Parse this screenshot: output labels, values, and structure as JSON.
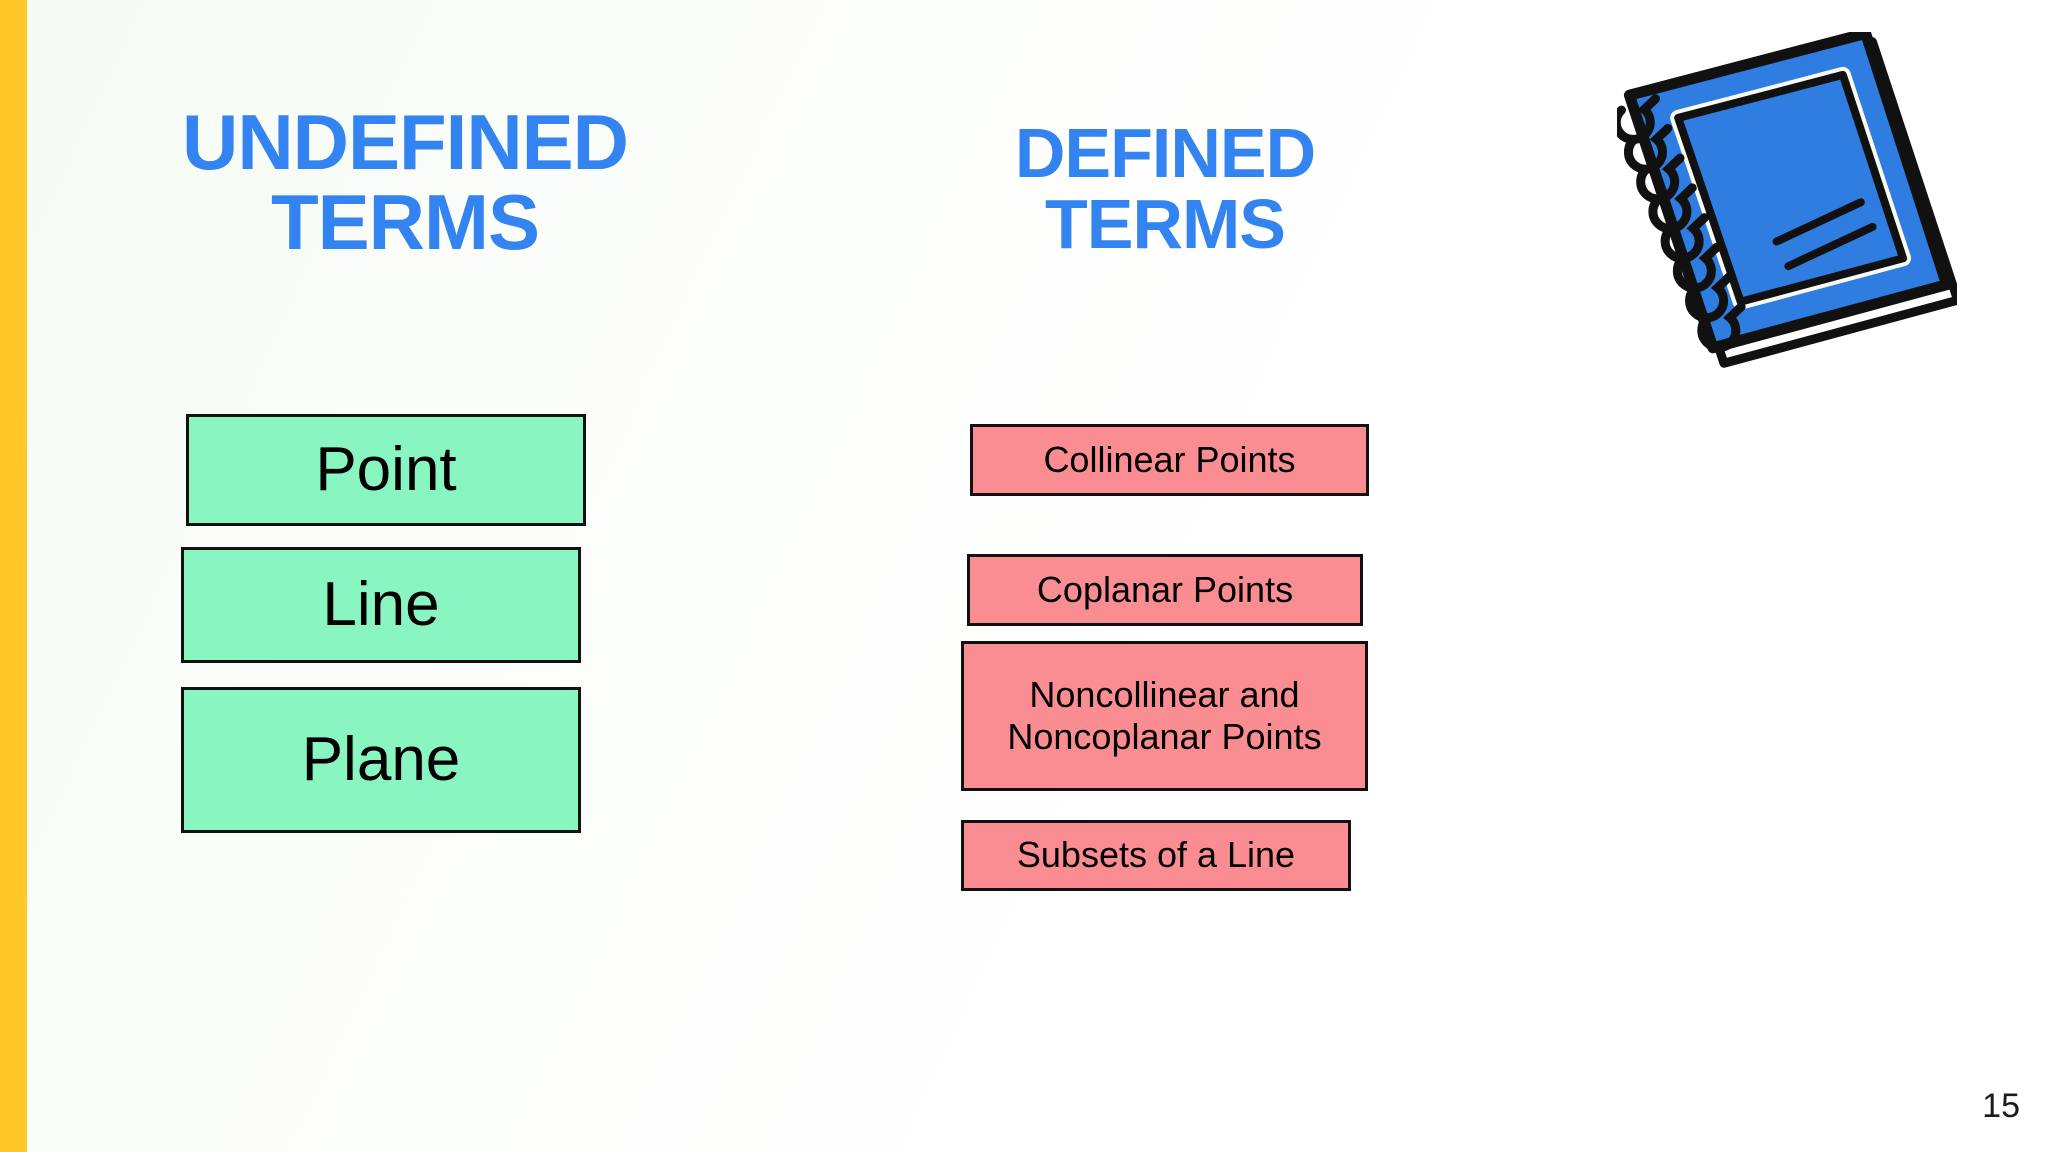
{
  "slide": {
    "page_number": "15",
    "accent_color": "#ffc727",
    "heading_color": "#3384f0",
    "undefined_box_color": "#89f5c0",
    "defined_box_color": "#fa8d91",
    "background_color": "#ffffff"
  },
  "columns": {
    "undefined": {
      "heading": "UNDEFINED\nTERMS",
      "terms": [
        {
          "label": "Point"
        },
        {
          "label": "Line"
        },
        {
          "label": "Plane"
        }
      ]
    },
    "defined": {
      "heading": "DEFINED\nTERMS",
      "terms": [
        {
          "label": "Collinear Points"
        },
        {
          "label": "Coplanar Points"
        },
        {
          "label": "Noncollinear and Noncoplanar Points"
        },
        {
          "label": "Subsets of a Line"
        }
      ]
    }
  },
  "illustration": {
    "name": "spiral-notebook",
    "cover_color": "#2f7de1",
    "outline_color": "#111111"
  }
}
